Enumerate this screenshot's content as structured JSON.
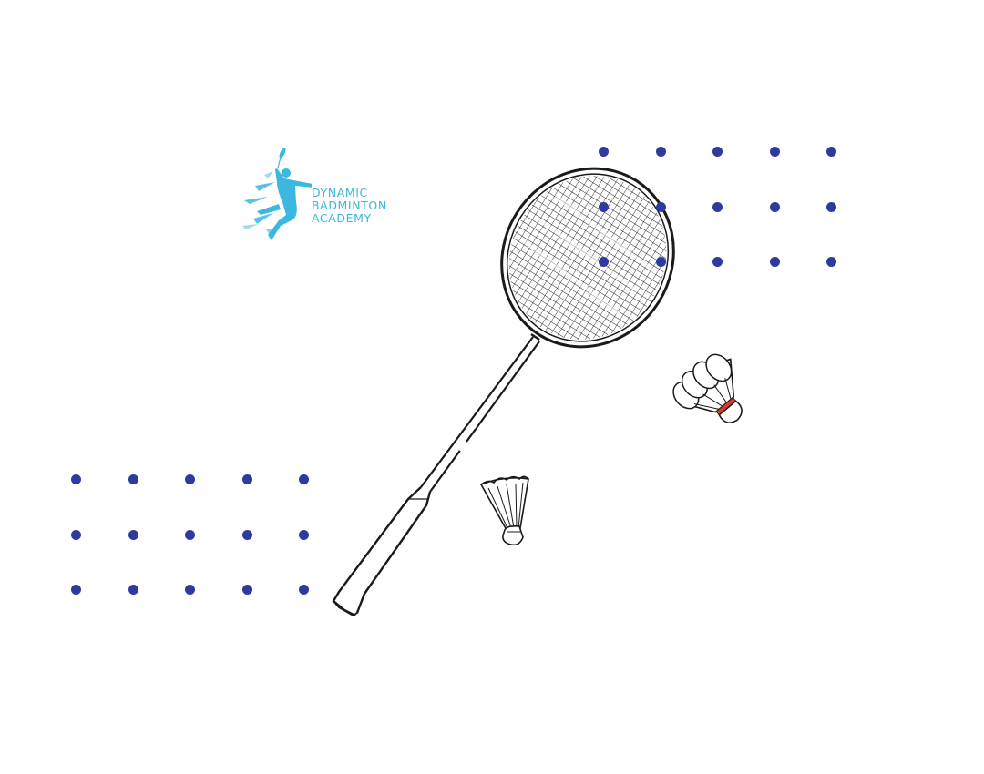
{
  "logo": {
    "lines": [
      "DYNAMIC",
      "BADMINTON",
      "ACADEMY"
    ]
  },
  "icons": {
    "logo": "badminton-player-logo-icon",
    "racket": "badminton-racket-icon",
    "shuttlecock": "shuttlecock-icon"
  },
  "colors": {
    "dots": "#2e3a9e",
    "logo": "#3bb7e0",
    "outline": "#1a1a1a",
    "shuttle_band": "#e2372b",
    "background": "#ffffff"
  },
  "decor": {
    "dot_grid_top": {
      "rows": 3,
      "cols": 5
    },
    "dot_grid_bottom": {
      "rows": 3,
      "cols": 5
    }
  }
}
